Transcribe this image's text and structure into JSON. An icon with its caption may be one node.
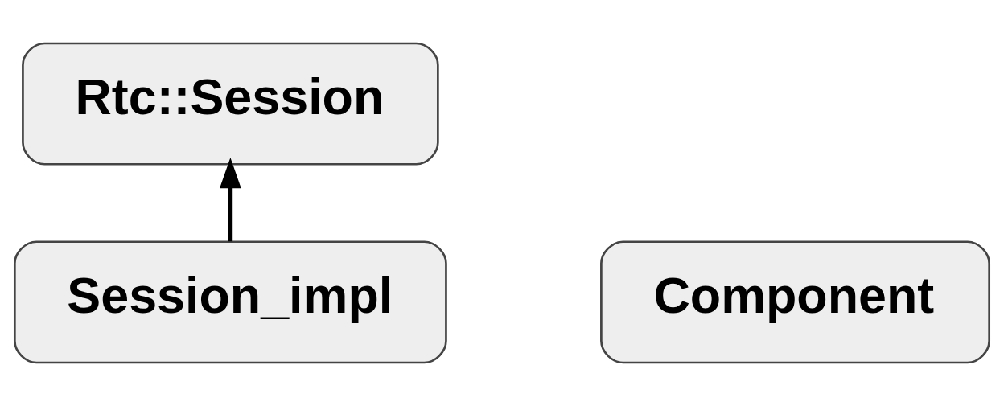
{
  "diagram": {
    "nodes": [
      {
        "text": [
          "Rtc::Session"
        ]
      },
      {
        "text": [
          "Session_impl"
        ]
      },
      {
        "text": [
          "Component"
        ]
      }
    ],
    "edges": [
      {
        "from": 1,
        "to": 0,
        "arrow": "to"
      }
    ]
  }
}
